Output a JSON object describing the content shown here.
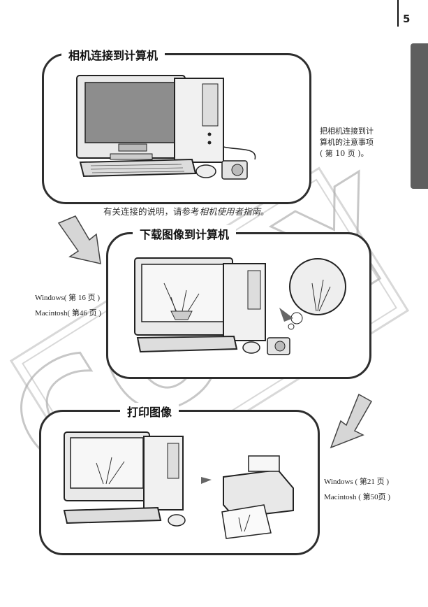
{
  "page": {
    "number": "5"
  },
  "section1": {
    "title": "相机连接到计算机",
    "note": [
      "把相机连接到计",
      "算机的注意事项",
      "( 第 10 页 )。"
    ],
    "caption_prefix": "有关连接的说明，请参考",
    "caption_link": "相机使用者指南",
    "caption_suffix": "。"
  },
  "section2": {
    "title": "下载图像到计算机",
    "refs": [
      "Windows( 第 16 页 )",
      "Macintosh( 第46 页 )"
    ]
  },
  "section3": {
    "title": "打印图像",
    "refs": [
      "Windows ( 第21 页 )",
      "Macintosh ( 第50页 )"
    ]
  },
  "watermark": "COPY"
}
